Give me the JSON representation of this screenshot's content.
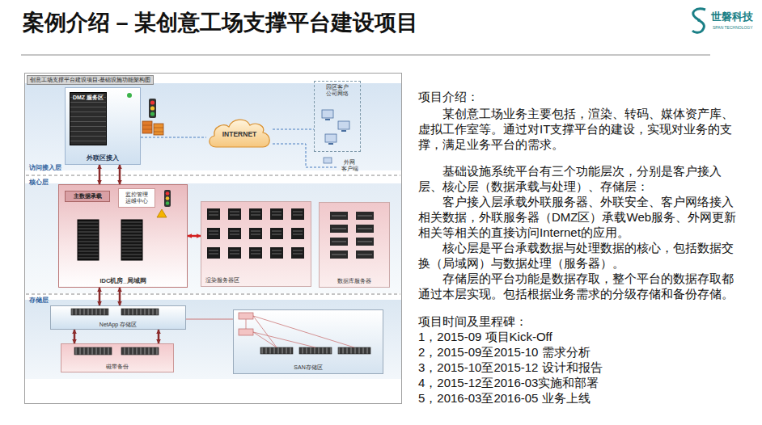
{
  "diagram": {
    "title": "案例介绍 – 某创意工场支撑平台建设项目",
    "nodes": [
      {
        "text": [
          "创意工场支撑平台建设项目-基础设施功能架构图"
        ]
      },
      {
        "text": [
          "外联区接入"
        ],
        "in": 0
      },
      {
        "text": [
          "DMZ 服务区"
        ],
        "in": 1
      },
      {
        "text": [
          "INTERNET"
        ],
        "in": 0
      },
      {
        "text": [
          "园区客户 公司网络"
        ],
        "in": 0
      },
      {
        "text": [
          "外网 客户端"
        ],
        "in": 0
      },
      {
        "text": [
          "IDC机房_局域网"
        ],
        "in": 0
      },
      {
        "text": [
          "主数据承载"
        ],
        "in": 6
      },
      {
        "text": [
          "监控管理 运维中心"
        ],
        "in": 6
      },
      {
        "text": [
          "渲染服务器区"
        ],
        "in": 0
      },
      {
        "text": [
          "数据库服务器"
        ],
        "in": 0
      },
      {
        "text": [
          "NetApp 存储区"
        ],
        "in": 0
      },
      {
        "text": [
          "磁带备份"
        ],
        "in": 0
      },
      {
        "text": [
          "SAN存储区"
        ],
        "in": 0
      }
    ],
    "edges": [
      {
        "from": 1,
        "to": 6,
        "arrow": "both"
      },
      {
        "from": 1,
        "to": 6,
        "arrow": "both"
      },
      {
        "from": 6,
        "to": 11,
        "arrow": "both"
      },
      {
        "from": 6,
        "to": 11,
        "arrow": "both"
      },
      {
        "from": 11,
        "to": 12,
        "arrow": "both"
      },
      {
        "from": 11,
        "to": 12,
        "arrow": "both"
      },
      {
        "from": 6,
        "to": 9,
        "arrow": "both"
      },
      {
        "from": 1,
        "to": 3,
        "arrow": "none"
      },
      {
        "from": 3,
        "to": 4,
        "arrow": "none"
      },
      {
        "from": 3,
        "to": 5,
        "arrow": "none"
      },
      {
        "from": 11,
        "to": 13,
        "arrow": "none"
      }
    ],
    "labels": [
      "世磐科技",
      "SPAN TECHNOLOGY",
      "项目介绍：",
      "某创意工场业务主要包括，渲染、转码、媒体资产库、虚拟工作室等。通过对IT支撑平台的建设，实现对业务的支撑，满足业务平台的需求。",
      "基础设施系统平台有三个功能层次，分别是客户接入层、核心层（数据承载与处理）、存储层：",
      "客户接入层承载外联服务器、外联安全、客户网络接入相关数据，外联服务器（DMZ区）承载Web服务、外网更新相关等相关的直接访问Internet的应用。",
      "核心层是平台承载数据与处理数据的核心，包括数据交换（局域网）与数据处理（服务器）。",
      "存储层的平台功能是数据存取，整个平台的数据存取都通过本层实现。包括根据业务需求的分级存储和备份存储。",
      "项目时间及里程碑：",
      "1，2015-09 项目Kick-Off",
      "2，2015-09至2015-10 需求分析",
      "3，2015-10至2015-12 设计和报告",
      "4，2015-12至2016-03实施和部署",
      "5，2016-03至2016-05 业务上线",
      "访问接入层",
      "核心层",
      "存储层"
    ]
  }
}
